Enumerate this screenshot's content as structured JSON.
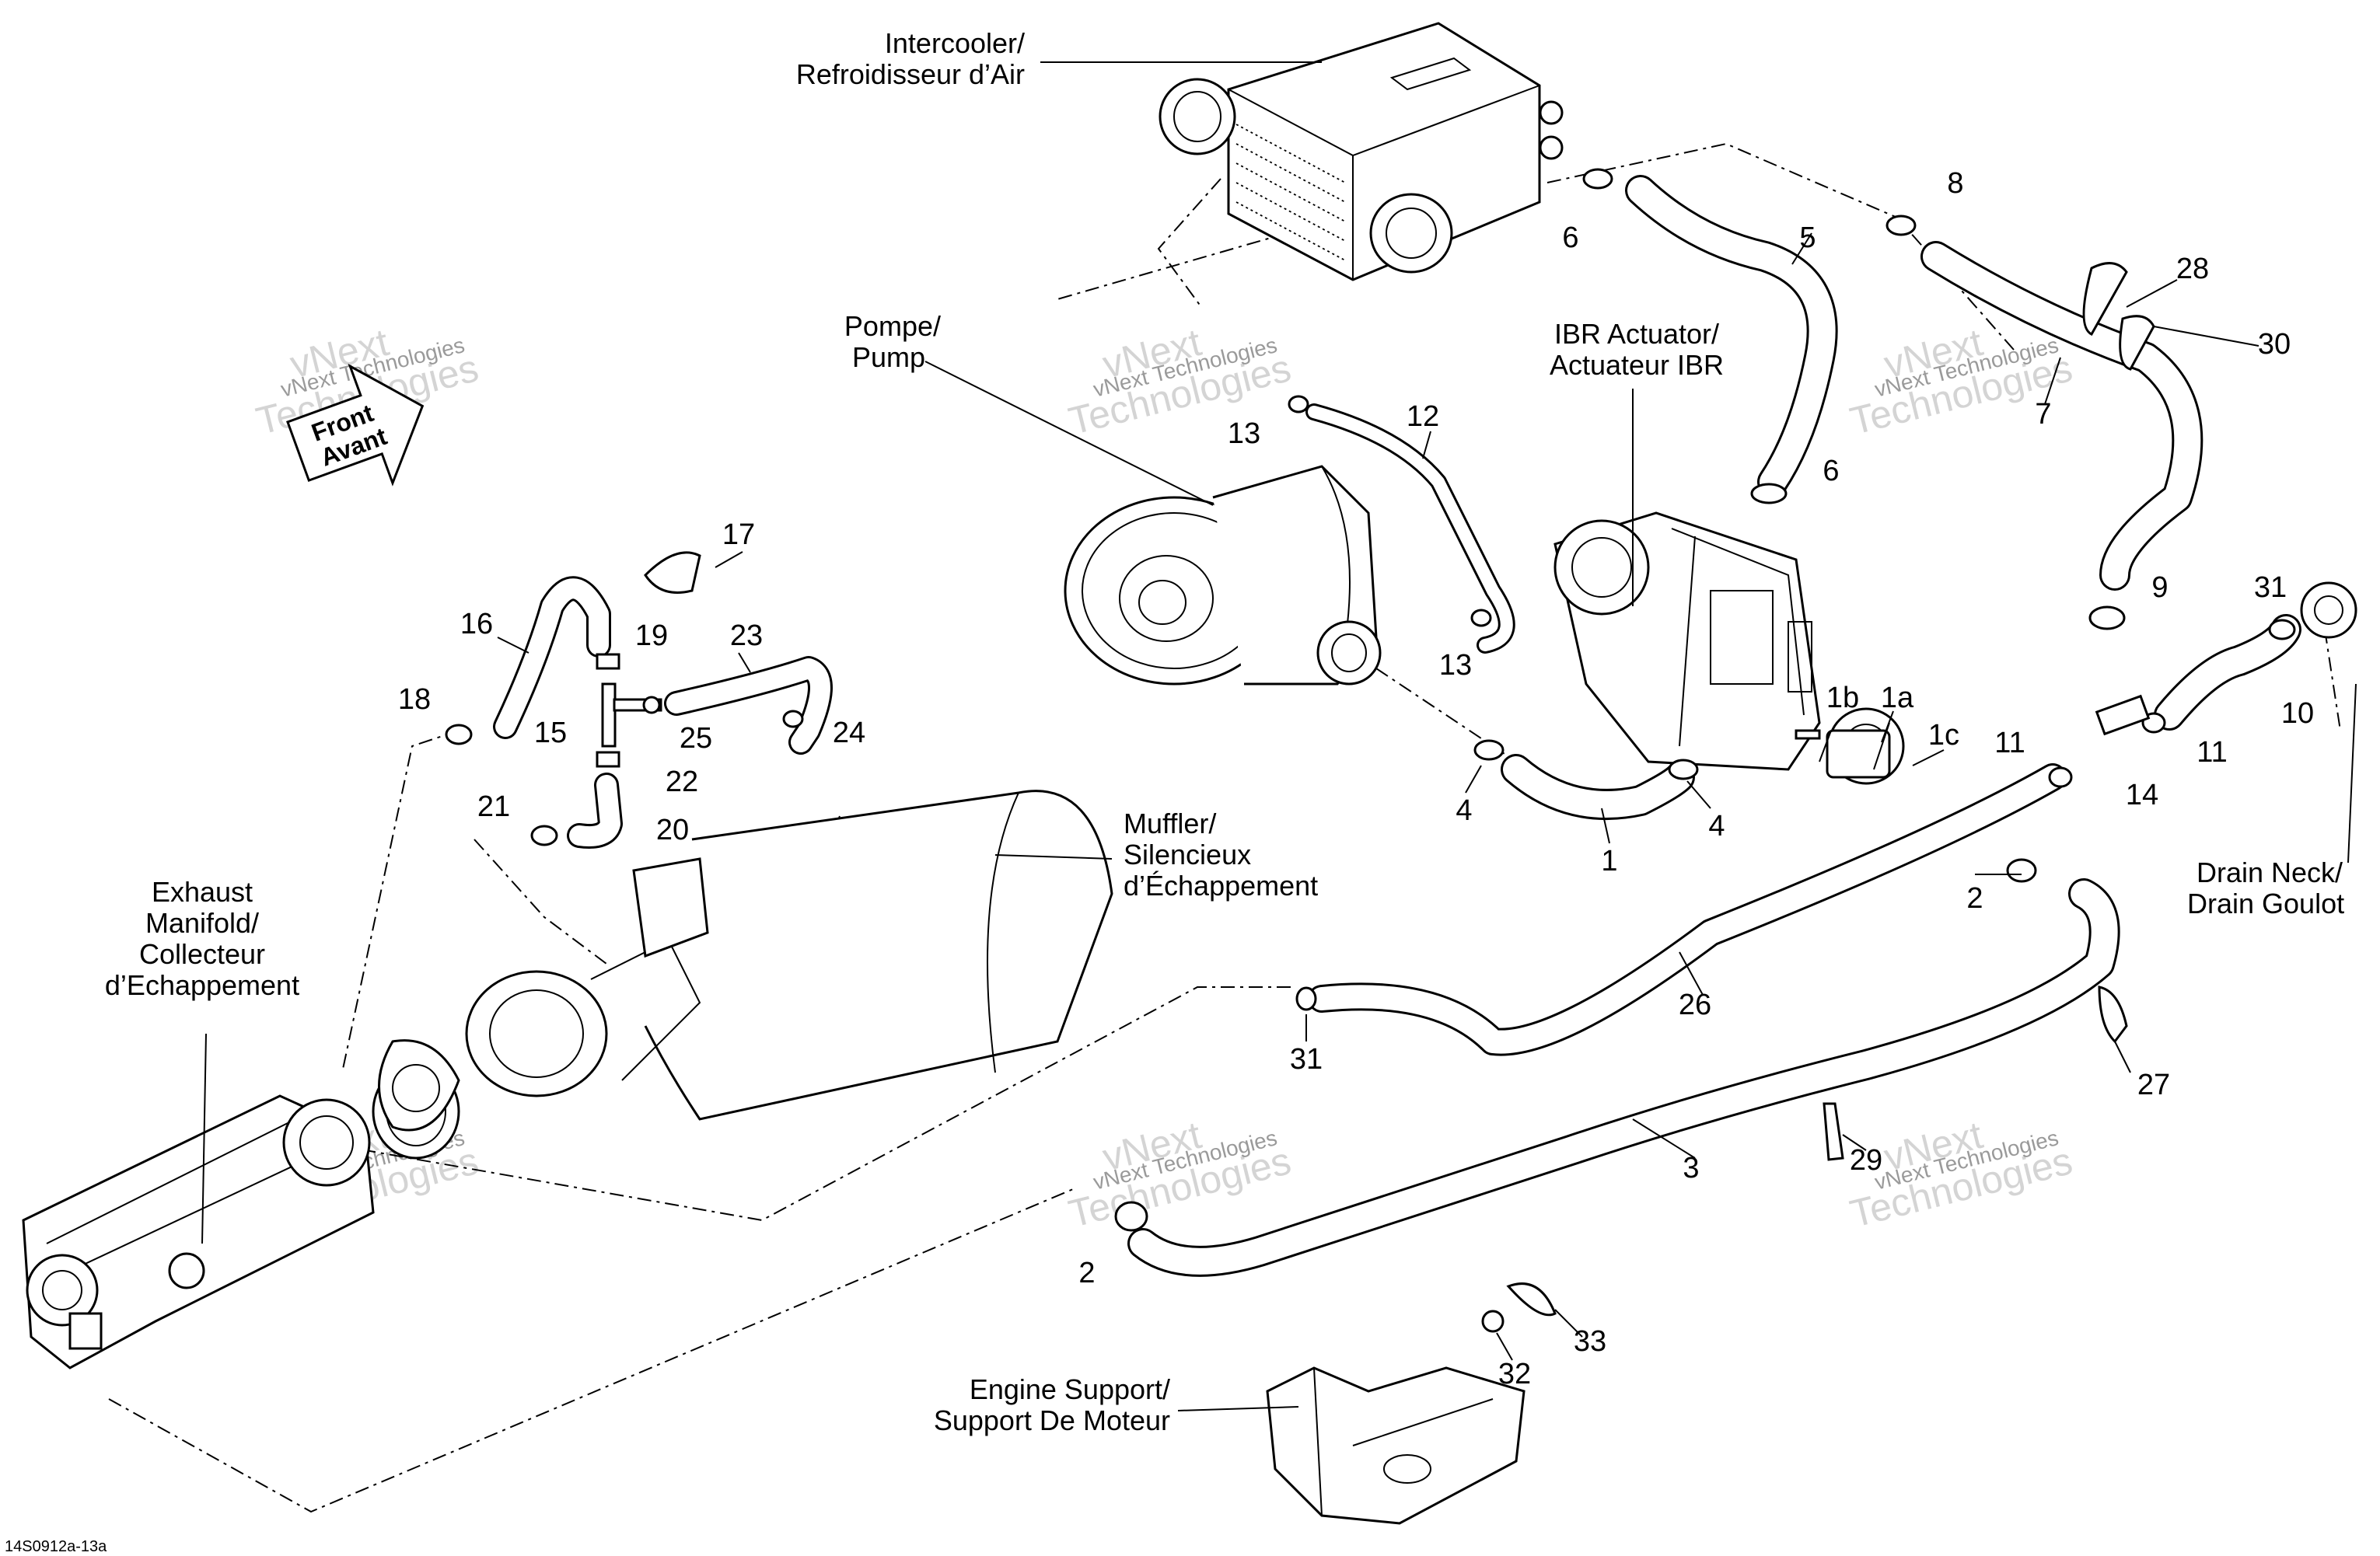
{
  "callouts": {
    "intercooler": [
      "Intercooler/",
      "Refroidisseur d’Air"
    ],
    "pump": [
      "Pompe/",
      "Pump"
    ],
    "ibr_actuator": [
      "IBR Actuator/",
      "Actuateur IBR"
    ],
    "muffler": [
      "Muffler/",
      "Silencieux",
      "d’Échappement"
    ],
    "exhaust_manifold": [
      "Exhaust",
      "Manifold/",
      "Collecteur",
      "d’Echappement"
    ],
    "drain_neck": [
      "Drain Neck/",
      "Drain Goulot"
    ],
    "engine_support": [
      "Engine Support/",
      "Support De Moteur"
    ]
  },
  "front_arrow": {
    "line1": "Front",
    "line2": "Avant"
  },
  "watermark": {
    "line1": "vNext",
    "line2": "Technologies",
    "small": "vNext Technologies"
  },
  "diagram_code": "14S0912a-13a",
  "part_numbers": [
    "1",
    "1a",
    "1b",
    "1c",
    "2",
    "2",
    "3",
    "4",
    "4",
    "5",
    "6",
    "6",
    "7",
    "8",
    "9",
    "10",
    "11",
    "11",
    "12",
    "13",
    "13",
    "14",
    "15",
    "16",
    "17",
    "18",
    "19",
    "20",
    "21",
    "22",
    "23",
    "24",
    "25",
    "26",
    "27",
    "28",
    "29",
    "30",
    "31",
    "31",
    "32",
    "33"
  ]
}
